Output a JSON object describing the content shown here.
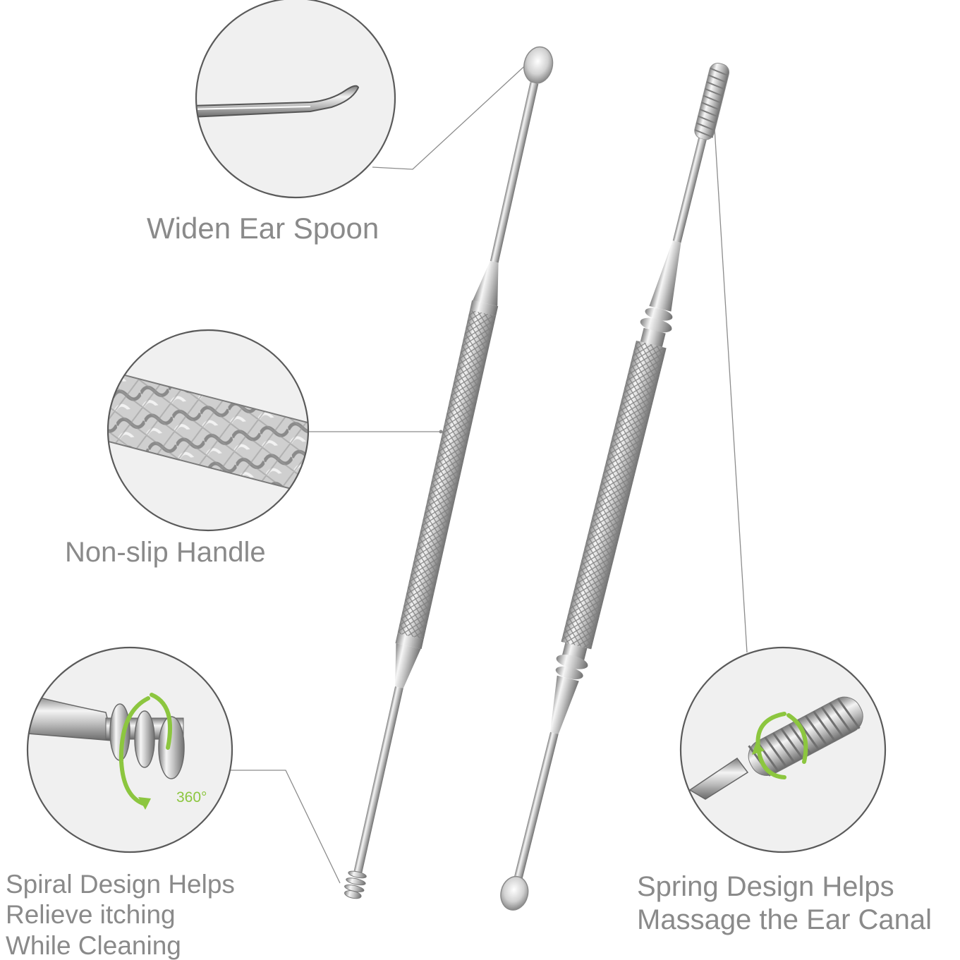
{
  "callouts": {
    "spoon": {
      "lines": [
        "Widen Ear Spoon"
      ]
    },
    "handle": {
      "lines": [
        "Non-slip Handle"
      ]
    },
    "spiral": {
      "lines": [
        "Spiral Design Helps",
        "Relieve itching",
        "While Cleaning"
      ],
      "badge": "360°"
    },
    "spring": {
      "lines": [
        "Spring Design Helps",
        "Massage the Ear Canal"
      ]
    }
  },
  "colors": {
    "text": "#8a8a8a",
    "circle_border": "#5a5a5a",
    "leader_line": "#8c8c8c",
    "accent_green": "#8cc63f",
    "steel_light": "#e6e6e6",
    "steel_dark": "#8f8f8f"
  }
}
